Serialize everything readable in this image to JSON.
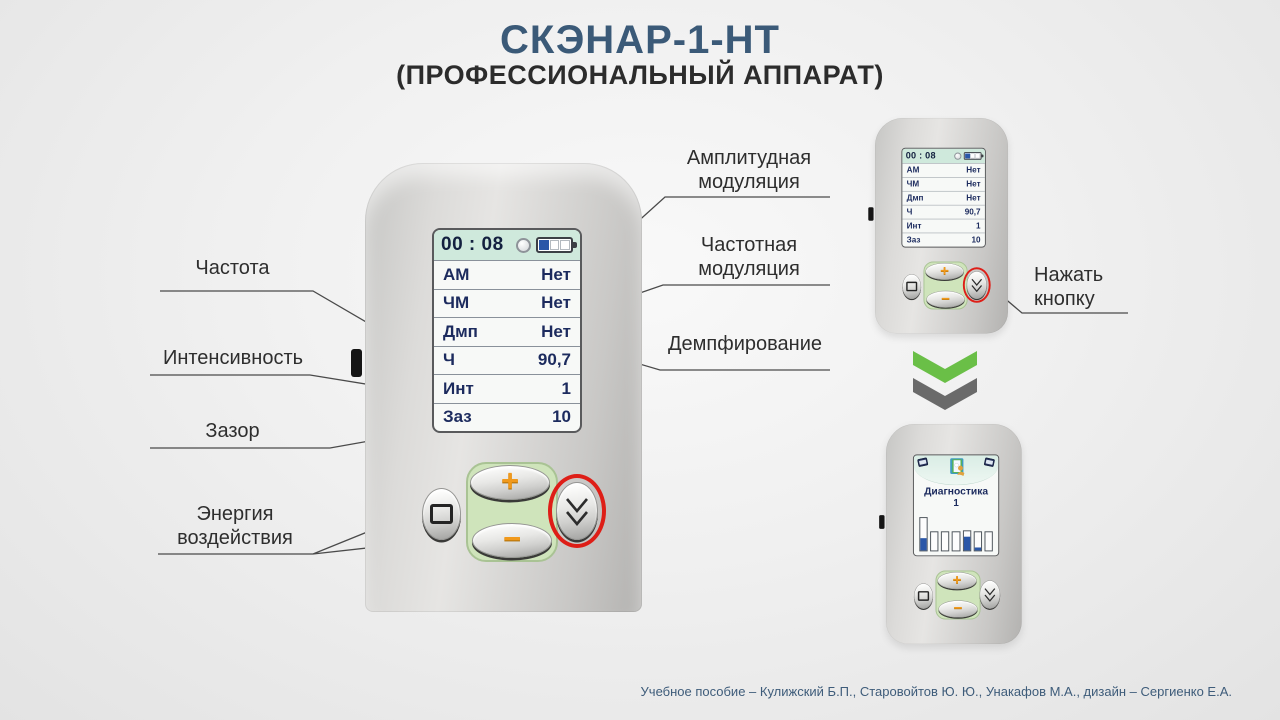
{
  "title": "СКЭНАР-1-НТ",
  "subtitle": "(ПРОФЕССИОНАЛЬНЫЙ АППАРАТ)",
  "device_screen": {
    "time": "00 : 08",
    "rows": [
      {
        "label": "АМ",
        "value": "Нет"
      },
      {
        "label": "ЧМ",
        "value": "Нет"
      },
      {
        "label": "Дмп",
        "value": "Нет"
      },
      {
        "label": "Ч",
        "value": "90,7"
      },
      {
        "label": "Инт",
        "value": "1"
      },
      {
        "label": "Заз",
        "value": "10"
      }
    ]
  },
  "controls": {
    "plus": "+",
    "minus": "−"
  },
  "callouts": {
    "frequency": "Частота",
    "intensity": "Интенсивность",
    "gap": "Зазор",
    "energy": "Энергия воздействия",
    "amplitude_modulation": "Амплитудная модуляция",
    "frequency_modulation": "Частотная модуляция",
    "damping": "Демпфирование",
    "press_button": "Нажать кнопку"
  },
  "diagnostics_screen": {
    "title": "Диагностика",
    "number": "1",
    "chart": {
      "type": "bar",
      "bars": [
        {
          "height": 100,
          "fill": 38
        },
        {
          "height": 58,
          "fill": 0
        },
        {
          "height": 58,
          "fill": 0
        },
        {
          "height": 58,
          "fill": 0
        },
        {
          "height": 62,
          "fill": 72
        },
        {
          "height": 58,
          "fill": 16
        },
        {
          "height": 58,
          "fill": 0
        }
      ]
    }
  },
  "credits": "Учебное пособие – Кулижский Б.П., Старовойтов Ю. Ю., Унакафов М.А.,  дизайн – Сергиенко Е.А.",
  "colors": {
    "title": "#3b5a78",
    "screen_header": "#cfe9dc",
    "screen_text": "#1c2b5e",
    "battery_fill": "#2a57a8",
    "green_panel": "#cfe4bb",
    "accent_orange": "#f0991c",
    "highlight_ring": "#de1e17",
    "arrow_green": "#6abf47",
    "arrow_gray": "#6a6a6a",
    "bar_fill": "#2a57a8"
  }
}
